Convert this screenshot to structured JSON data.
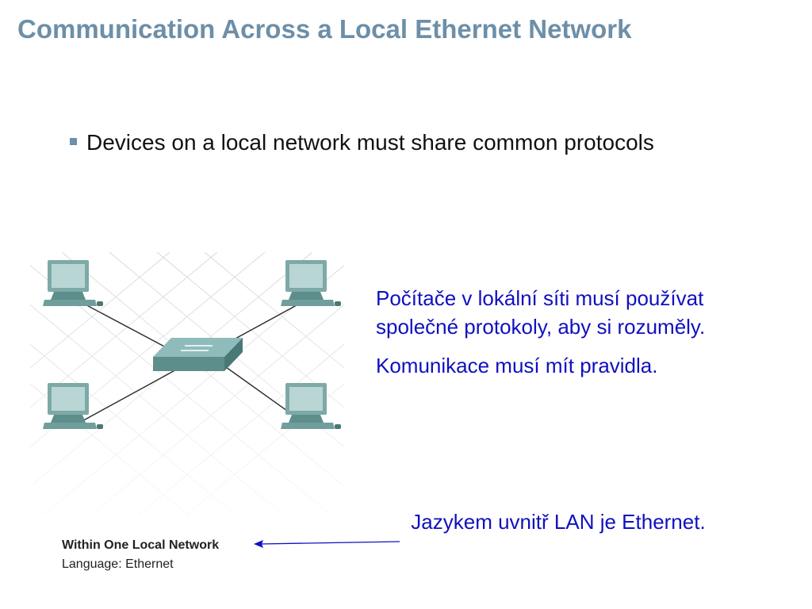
{
  "slide": {
    "title": "Communication Across a Local Ethernet Network",
    "bullet": "Devices on a local network must share common protocols",
    "diagram_caption": {
      "title": "Within One Local Network",
      "subtitle": "Language: Ethernet"
    },
    "czech_paragraphs": [
      "Počítače v lokální síti musí používat společné protokoly, aby si rozuměly.",
      "Komunikace musí mít pravidla."
    ],
    "lan_note": "Jazykem uvnitř LAN je Ethernet."
  },
  "colors": {
    "title": "#6d8fa8",
    "bullet_marker": "#6d8fa8",
    "czech_text": "#1010c0",
    "device_fill": "#6f9e9c",
    "cable": "#2a2a2a",
    "grid": "#c8c8c8"
  },
  "icons": [
    "computer-icon",
    "network-switch-icon",
    "arrow-icon"
  ]
}
